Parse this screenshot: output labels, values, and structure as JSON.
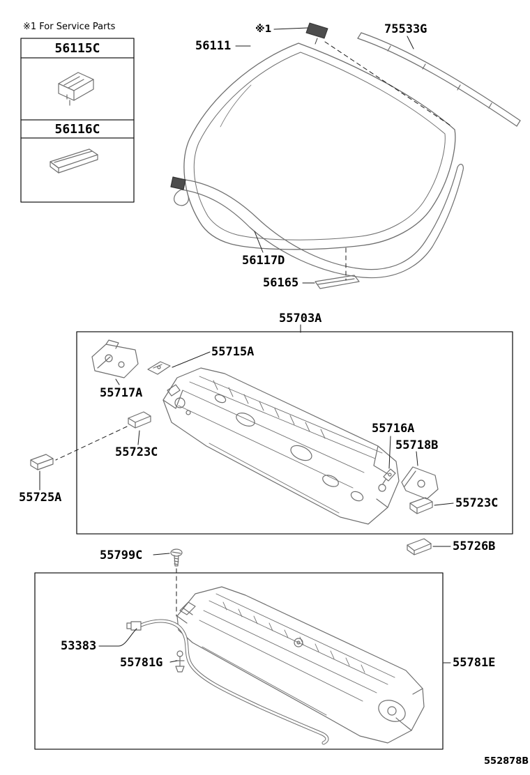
{
  "doc": {
    "code": "552878B"
  },
  "notes": {
    "service_parts": "※1  For Service Parts",
    "ref_marker": "※1"
  },
  "service_box": {
    "items": [
      {
        "code": "56115C"
      },
      {
        "code": "56116C"
      }
    ]
  },
  "parts": {
    "p56111": "56111",
    "p75533g": "75533G",
    "p56117d": "56117D",
    "p56165": "56165",
    "p55703a": "55703A",
    "p55715a": "55715A",
    "p55717a": "55717A",
    "p55723c": "55723C",
    "p55725a": "55725A",
    "p55716a": "55716A",
    "p55718b": "55718B",
    "p55726b": "55726B",
    "p55799c": "55799C",
    "p53383": "53383",
    "p55781g": "55781G",
    "p55781e": "55781E"
  },
  "colors": {
    "line_art": "#6e6e6e",
    "frame": "#1a1a1a",
    "dark_fill": "#4d4d4d"
  }
}
